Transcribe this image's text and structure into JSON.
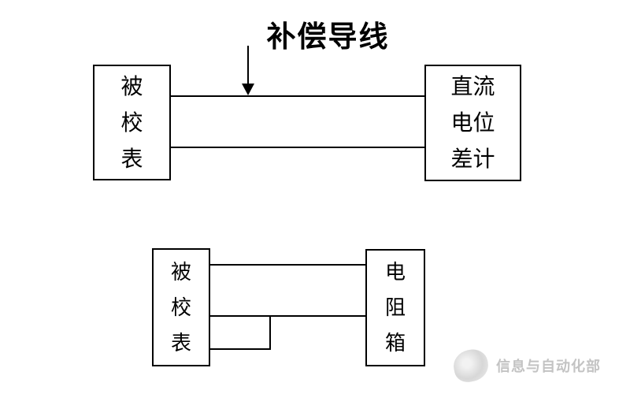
{
  "colors": {
    "background": "#ffffff",
    "line": "#000000",
    "text": "#000000",
    "watermark": "#c3c3c3"
  },
  "top_diagram": {
    "label": "补偿导线",
    "left_box": {
      "chars": [
        "被",
        "校",
        "表"
      ]
    },
    "right_box": {
      "rows": [
        "直流",
        "电位",
        "差计"
      ]
    }
  },
  "bottom_diagram": {
    "left_box": {
      "chars": [
        "被",
        "校",
        "表"
      ]
    },
    "right_box": {
      "chars": [
        "电",
        "阻",
        "箱"
      ]
    }
  },
  "watermark": {
    "icon": "emblem-icon",
    "text": "信息与自动化部"
  }
}
